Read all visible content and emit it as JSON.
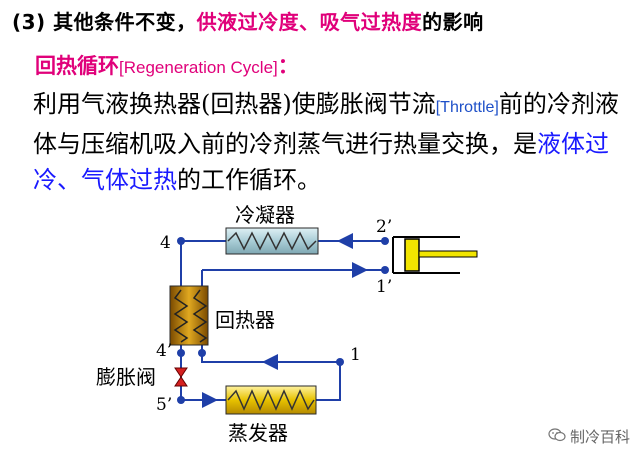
{
  "heading": {
    "prefix": "(3) 其他条件不变，",
    "highlight": "供液过冷度、吸气过热度",
    "suffix": "的影响"
  },
  "subheading": {
    "cn": "回热循环",
    "en": "[Regeneration Cycle]",
    "colon": "："
  },
  "body": {
    "part1": "利用气液换热器(回热器)使膨胀阀节流",
    "throttle": "[Throttle]",
    "part2": "前的冷剂液体与压缩机吸入前的冷剂蒸气进行热量交换，是",
    "highlight": "液体过冷、气体过热",
    "part3": "的工作循环。"
  },
  "diagram": {
    "condenser": "冷凝器",
    "regenerator": "回热器",
    "expansion_valve": "膨胀阀",
    "evaporator": "蒸发器",
    "point_4": "4",
    "point_2p": "2’",
    "point_1p": "1’",
    "point_4p": "4’",
    "point_1": "1",
    "point_5p": "5’"
  },
  "watermark": {
    "text": "制冷百科",
    "icon": "wechat-icon"
  },
  "colors": {
    "magenta": "#e0007a",
    "blue_text": "#1a1aff",
    "pipe_blue": "#1f3fa8",
    "yellow_rod": "#f2e500",
    "regenerator_fill": "#b07a00",
    "evaporator_fill": "#e7c200",
    "condenser_fill": "#b9d9e0"
  }
}
